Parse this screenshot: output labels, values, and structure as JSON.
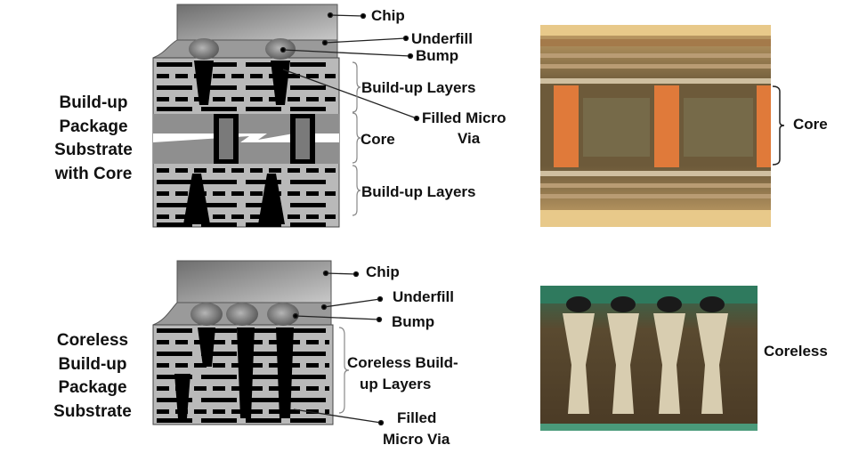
{
  "top": {
    "title_lines": [
      "Build-up",
      "Package",
      "Substrate",
      "with Core"
    ],
    "labels": {
      "chip": "Chip",
      "underfill": "Underfill",
      "bump": "Bump",
      "buildup_top": "Build-up Layers",
      "filled_micro_via_1": "Filled Micro",
      "filled_micro_via_2": "Via",
      "core": "Core",
      "buildup_bottom": "Build-up Layers"
    },
    "photo_label": "Core"
  },
  "bottom": {
    "title_lines": [
      "Coreless",
      "Build-up",
      "Package",
      "Substrate"
    ],
    "labels": {
      "chip": "Chip",
      "underfill": "Underfill",
      "bump": "Bump",
      "coreless_1": "Coreless Build-",
      "coreless_2": "up Layers",
      "filled_1": "Filled",
      "filled_2": "Micro Via"
    },
    "photo_label": "Coreless"
  },
  "colors": {
    "chip": "#8a8a8a",
    "substrate": "#b9b9b9",
    "metal": "#0a0a0a",
    "core": "#8f8f8f",
    "photo_core": "#d9763a",
    "photo_coreless": "#2f6b52"
  }
}
